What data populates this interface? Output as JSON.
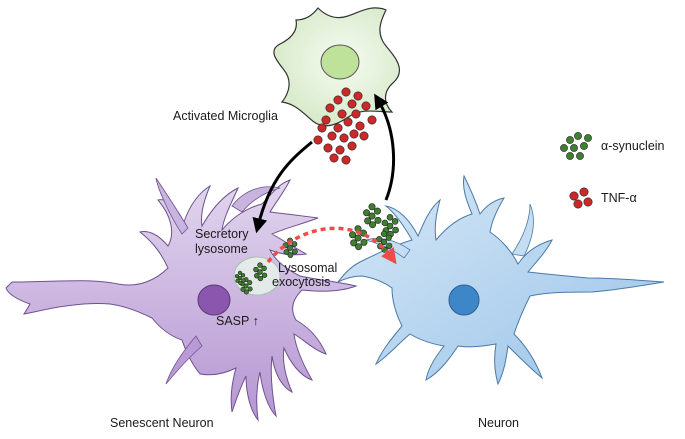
{
  "labels": {
    "microglia": "Activated Microglia",
    "secretory": [
      "Secretory",
      "lysosome"
    ],
    "exocytosis": [
      "Lysosomal",
      "exocytosis"
    ],
    "sasp": "SASP ↑",
    "senescent": "Senescent Neuron",
    "neuron": "Neuron"
  },
  "legend": [
    {
      "icon": "alpha-synuclein-icon",
      "label": "α-synuclein",
      "color": "#3e7f30"
    },
    {
      "icon": "tnf-alpha-icon",
      "label": "TNF-α",
      "color": "#cc2a2a"
    }
  ],
  "colors": {
    "microglia_fill": "#e3f1d8",
    "microglia_nucleus": "#b7dd8e",
    "senescent_fill": "#cdb8e0",
    "senescent_nucleus": "#8a56ad",
    "neuron_fill": "#b4d3ee",
    "neuron_nucleus": "#3b82c4",
    "synuclein": "#3e7f30",
    "tnf": "#cc2a2a",
    "transfer_arrow": "#ee4b4b"
  }
}
